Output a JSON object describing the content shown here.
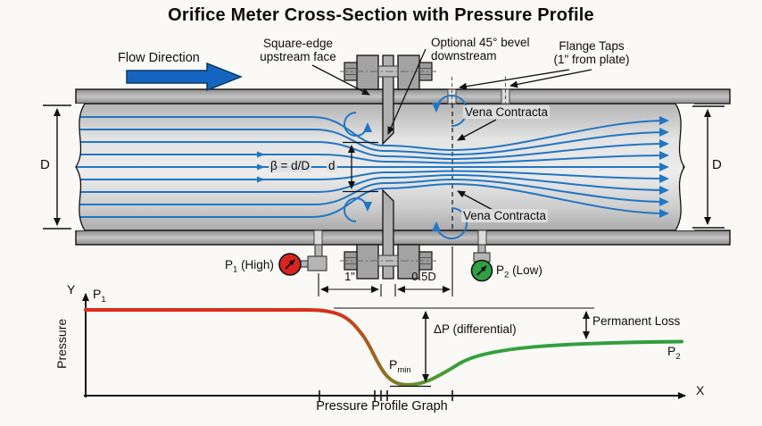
{
  "title": "Orifice Meter Cross-Section with Pressure Profile",
  "colors": {
    "streamline_blue": "#2276c3",
    "flow_arrow_blue": "#1565c0",
    "high_gauge_red": "#d8241e",
    "low_gauge_green": "#2fa043",
    "curve_red": "#df2a1a",
    "curve_green": "#2f9e3f",
    "pipe_gray": "#a9a9a9"
  },
  "diagram": {
    "flow_direction": "Flow Direction",
    "square_edge_l1": "Square-edge",
    "square_edge_l2": "upstream face",
    "bevel_l1": "Optional 45° bevel",
    "bevel_l2": "downstream",
    "flange_taps_l1": "Flange Taps",
    "flange_taps_l2": "(1\" from plate)",
    "vena_contracta_top": "Vena Contracta",
    "vena_contracta_bottom": "Vena Contracta",
    "beta": "β = d/D",
    "d": "d",
    "D_left": "D",
    "D_right": "D",
    "p1_base": "P",
    "p1_sub": "1",
    "p1_suffix": " (High)",
    "p2_base": "P",
    "p2_sub": "2",
    "p2_suffix": " (Low)",
    "dim_upstream": "1\"",
    "dim_downstream": "0.5D"
  },
  "graph": {
    "y": "Y",
    "x": "X",
    "axis_title": "Pressure",
    "p1_base": "P",
    "p1_sub": "1",
    "p2_base": "P",
    "p2_sub": "2",
    "pmin_base": "P",
    "pmin_sub": "min",
    "dp": "ΔP (differential)",
    "permanent_loss": "Permanent Loss",
    "caption": "Pressure Profile Graph"
  }
}
